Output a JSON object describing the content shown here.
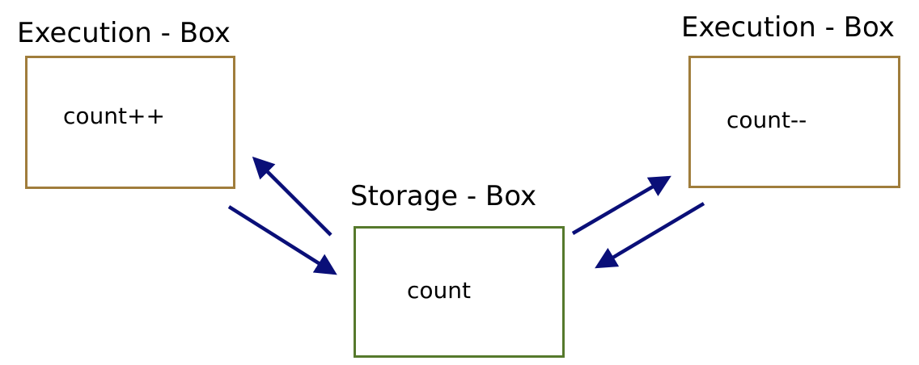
{
  "left_execution_box": {
    "title": "Execution - Box",
    "content": "count++"
  },
  "right_execution_box": {
    "title": "Execution - Box",
    "content": "count--"
  },
  "storage_box": {
    "title": "Storage - Box",
    "content": "count"
  },
  "colors": {
    "execution_border": "#a07d3c",
    "storage_border": "#56792c",
    "arrow": "#0a0f78"
  }
}
